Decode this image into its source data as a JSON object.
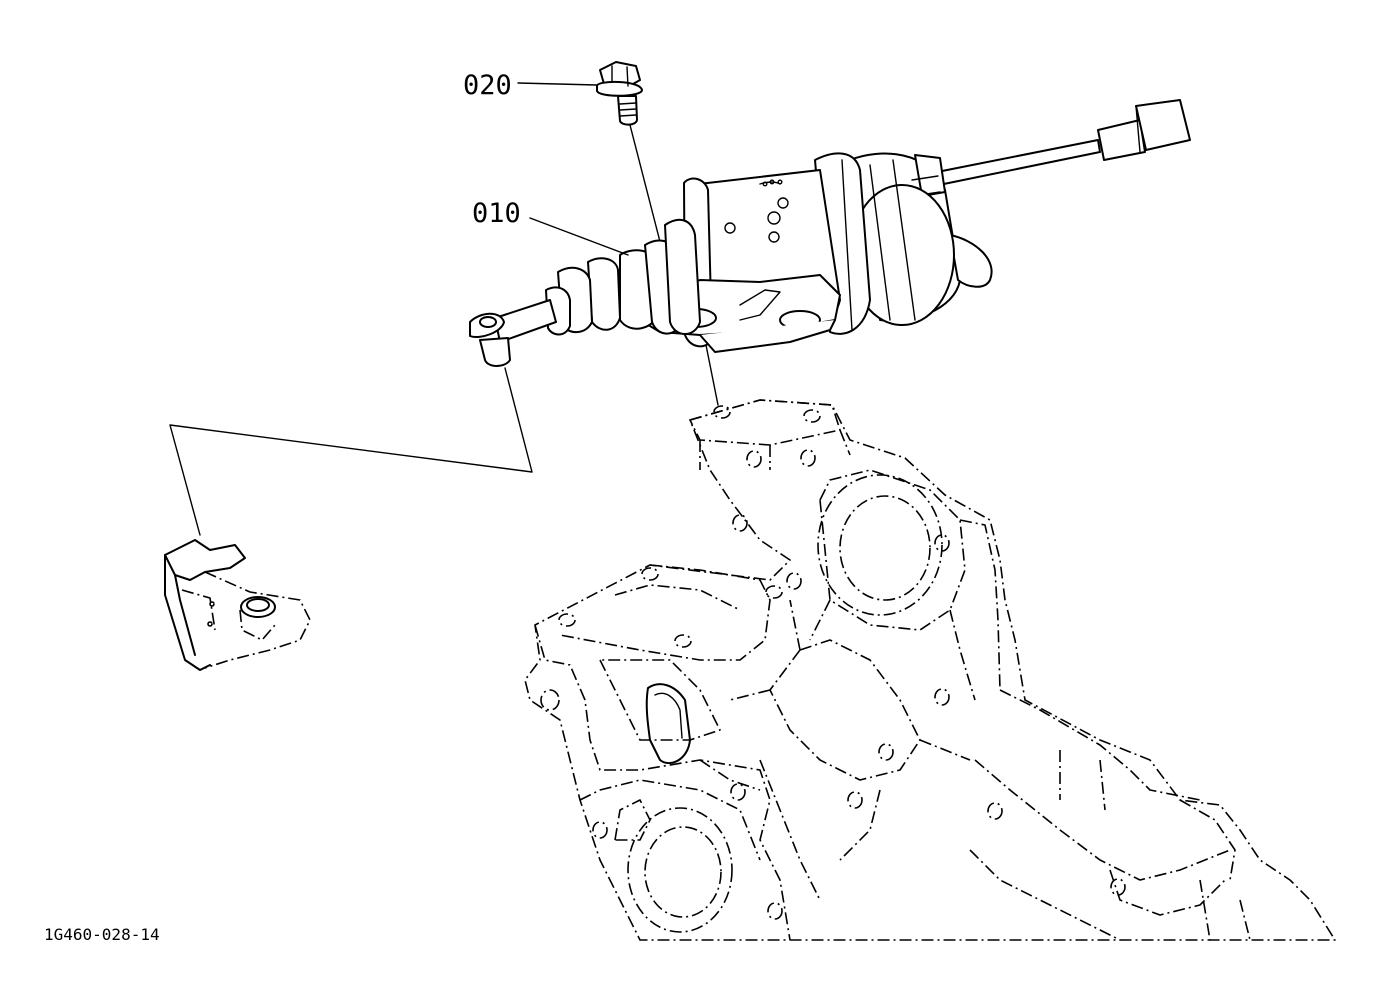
{
  "callouts": {
    "bolt": "020",
    "solenoid": "010"
  },
  "figure_code": "1G460-028-14"
}
